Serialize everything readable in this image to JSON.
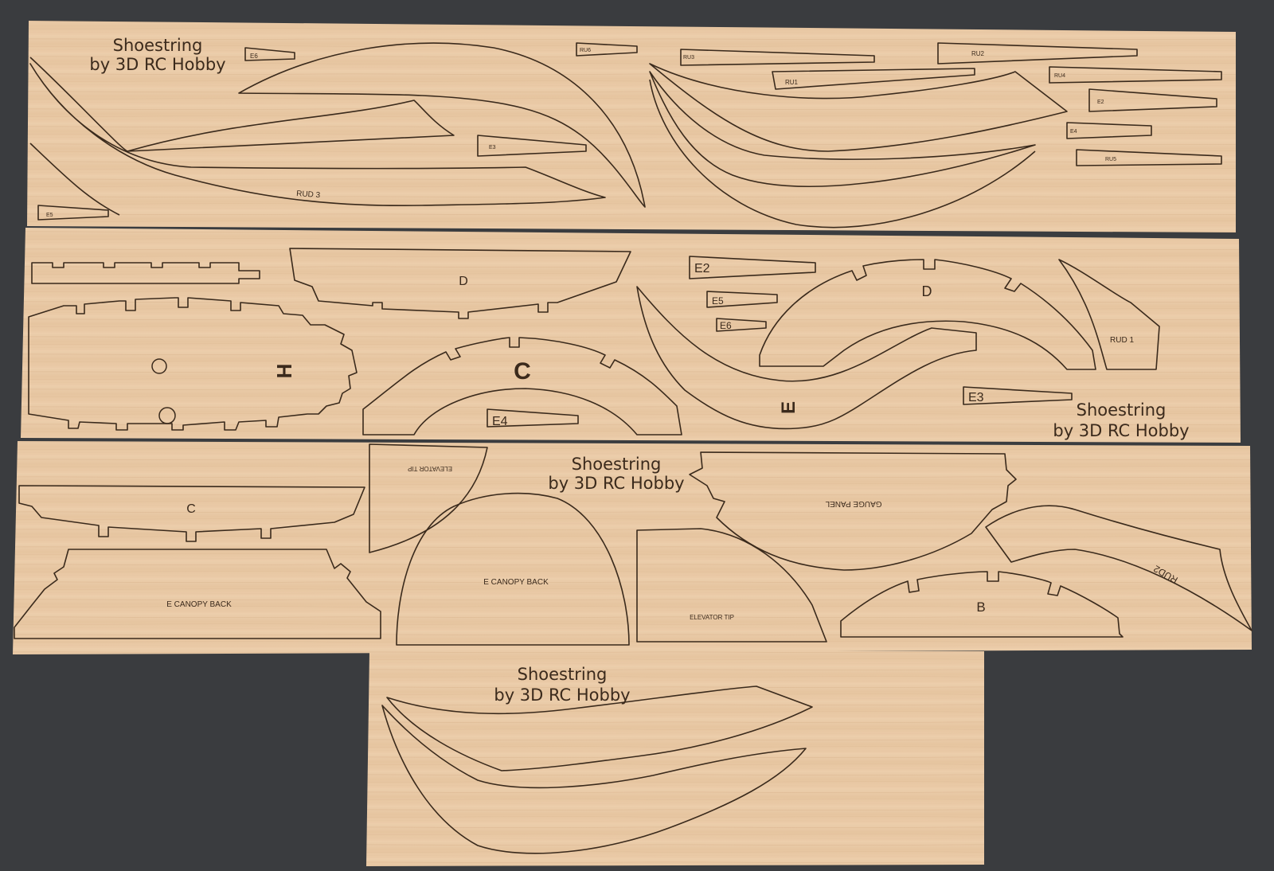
{
  "scene": {
    "background_color": "#3a3c3f",
    "wood_color": "#e9c9a6",
    "cut_line_color": "#3a2a1c"
  },
  "branding": {
    "line1": "Shoestring",
    "line2": "by 3D RC Hobby"
  },
  "sheet1": {
    "labels": {
      "e6": "E6",
      "ru6": "RU6",
      "ru3": "RU3",
      "ru2": "RU2",
      "ru1": "RU1",
      "ru4": "RU4",
      "e2": "E2",
      "e4": "E4",
      "ru5": "RU5",
      "e3": "E3",
      "rud3": "RUD 3",
      "e5": "E5"
    }
  },
  "sheet2": {
    "labels": {
      "d_top": "D",
      "c": "C",
      "e4": "E4",
      "h": "H",
      "e2": "E2",
      "e5": "E5",
      "e6": "E6",
      "d_right": "D",
      "e": "E",
      "e3": "E3",
      "rud1": "RUD 1"
    }
  },
  "sheet3": {
    "labels": {
      "c": "C",
      "e_canopy_back_left": "E CANOPY BACK",
      "elevator_tip_top": "ELEVATOR TIP",
      "e_canopy_back_mid": "E CANOPY BACK",
      "elevator_tip_bottom": "ELEVATOR TIP",
      "gauge_panel": "GAUGE PANEL",
      "rud2": "RUD2",
      "b": "B"
    }
  }
}
